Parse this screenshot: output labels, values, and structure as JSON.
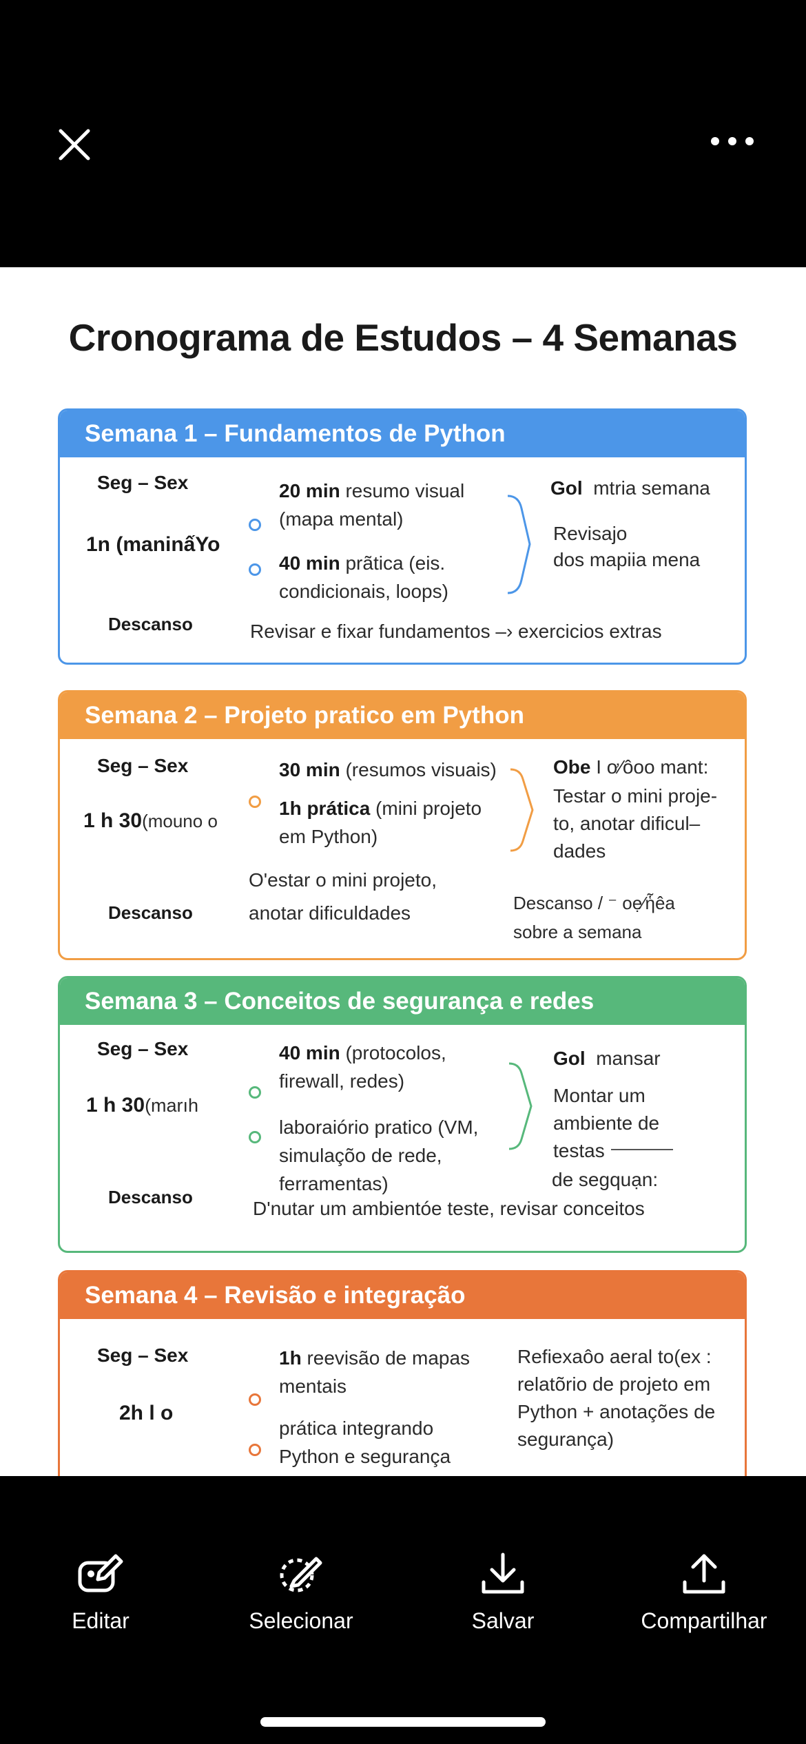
{
  "doc": {
    "title": "Cronograma de Estudos – 4 Semanas"
  },
  "weeks": [
    {
      "header": "Semana 1 – Fundamentos de Python",
      "color": "#4c96e8",
      "days": "Seg – Sex",
      "time": "1n (maninấYo",
      "items": [
        {
          "bold": "20 min",
          "rest": " resumo visual",
          "line2": "(mapa mental)"
        },
        {
          "bold": "40 min",
          "rest": " prãtica (eis.",
          "line2": "condicionais, loops)"
        }
      ],
      "goal_bold": "Gol",
      "goal_rest": "mtria semana",
      "goal_lines": [
        "Revisajo",
        "dos mapiia mena"
      ],
      "rest_label": "Descanso",
      "rest_text": "Revisar e fixar fundamentos –› exercicios extras"
    },
    {
      "header": "Semana 2 – Projeto pratico em Python",
      "color": "#f19d44",
      "days": "Seg – Sex",
      "time_bold": "1 h 30",
      "time_rest": "(mouno o",
      "items": [
        {
          "bold": "30 min",
          "rest": " (resumos visuais)",
          "line2": ""
        },
        {
          "bold": "1h prática",
          "rest": " (mini projeto",
          "line2": "em Python)"
        }
      ],
      "goal_bold": "Obe",
      "goal_rest": " I ơ⁄ôoo mant:",
      "goal_lines": [
        "Testar o mini proje-",
        "to, anotar dificul–",
        "dades"
      ],
      "mid_lines": [
        "O'estar o mini projeto,",
        "anotar dificuldades"
      ],
      "rest_label": "Descanso",
      "rest_lines": [
        "Descanso / ⁻ oẹ⁄ἧêa",
        "sobre a semana"
      ]
    },
    {
      "header": "Semana 3 – Conceitos de segurança e redes",
      "color": "#57b87b",
      "days": "Seg – Sex",
      "time_bold": "1 h 30",
      "time_rest": "(marıh",
      "items": [
        {
          "bold": "40 min",
          "rest": " (protocolos,",
          "line2": "firewall, redes)"
        },
        {
          "bold": "",
          "rest": "laboraiório pratico (VM,",
          "line2": "simulaçõo de rede,",
          "line3": "ferramentas)"
        }
      ],
      "goal_bold": "Gol",
      "goal_rest": "mansar",
      "goal_lines": [
        "Montar um",
        "ambiente de",
        "testas",
        "de segquạn:"
      ],
      "rest_label": "Descanso",
      "rest_text": "D'nutar um ambientóe teste, revisar conceitos"
    },
    {
      "header": "Semana 4 – Revisão e integração",
      "color": "#e8763a",
      "days": "Seg – Sex",
      "time": "2h l o",
      "items": [
        {
          "bold": "1h",
          "rest": " reevisão de mapas",
          "line2": "mentais"
        },
        {
          "bold": "",
          "rest": "prática integrando",
          "line2": "Python e segurança"
        }
      ],
      "goal_lines": [
        "Refiexaôo aeral to(ex :",
        "relatõrio de projeto em",
        "Python + anotações de",
        "segurança)"
      ]
    }
  ],
  "actions": [
    {
      "label": "Editar",
      "icon": "edit-photo-icon"
    },
    {
      "label": "Selecionar",
      "icon": "select-subject-icon"
    },
    {
      "label": "Salvar",
      "icon": "download-icon"
    },
    {
      "label": "Compartilhar",
      "icon": "share-icon"
    }
  ]
}
